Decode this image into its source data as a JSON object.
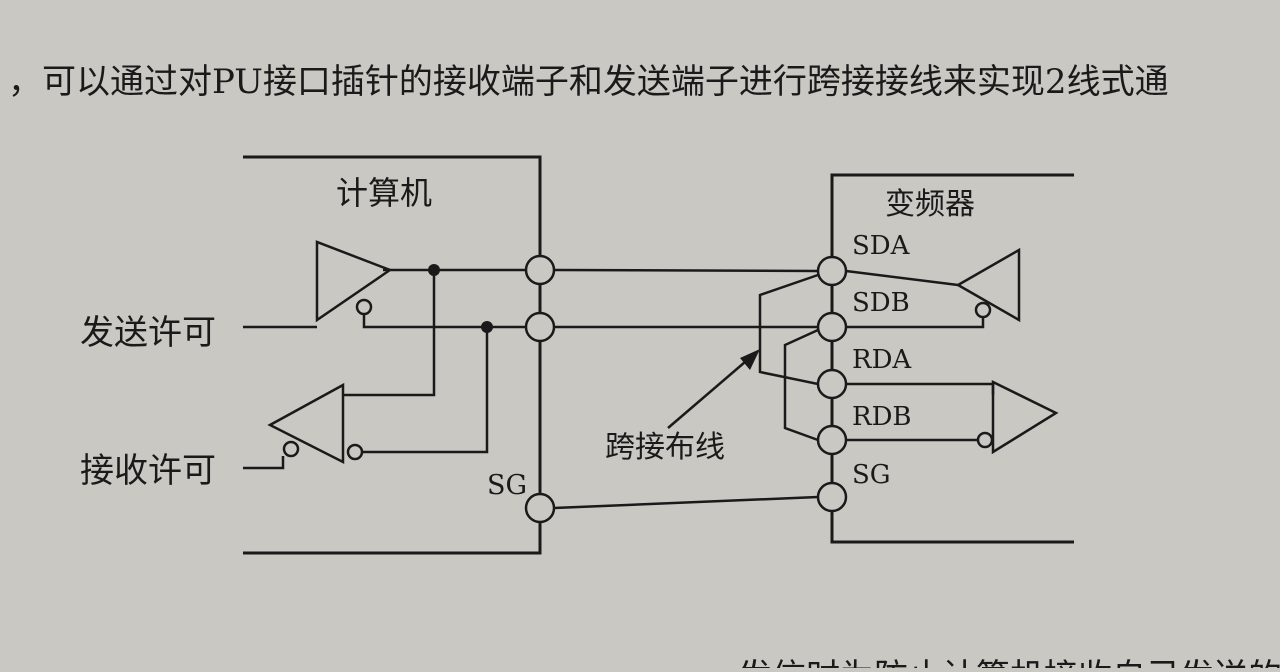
{
  "page": {
    "top_text": "，可以通过对PU接口插针的接收端子和发送端子进行跨接接线来实现2线式通",
    "bottom_text_fragment": "发信时为防止计算机接收自己发送的信"
  },
  "computer": {
    "title": "计算机",
    "send_enable": "发送许可",
    "receive_enable": "接收许可",
    "sg": "SG"
  },
  "inverter": {
    "title": "变频器",
    "sda": "SDA",
    "sdb": "SDB",
    "rda": "RDA",
    "rdb": "RDB",
    "sg": "SG"
  },
  "annotation": {
    "jumper_wiring": "跨接布线"
  },
  "colors": {
    "paper": "#c9c8c3",
    "ink": "#1a1a1a"
  }
}
